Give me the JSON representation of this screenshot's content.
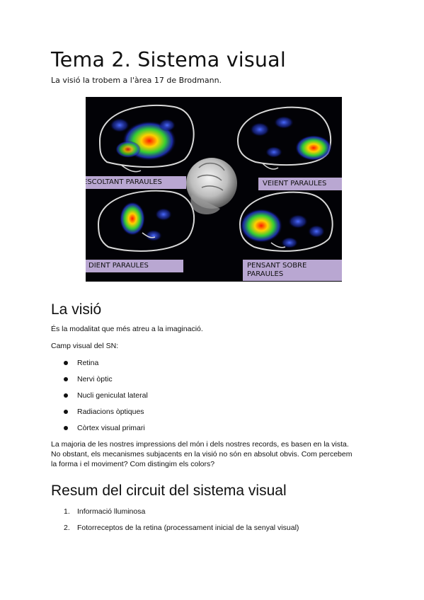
{
  "title": "Tema 2. Sistema visual",
  "subtitle": "La visió la trobem a l'àrea 17 de Brodmann.",
  "figure": {
    "labels": [
      "ESCOLTANT PARAULES",
      "VEIENT  PARAULES",
      "DIENT  PARAULES",
      "PENSANT SOBRE\nPARAULES"
    ],
    "colors": {
      "label_bg": "#b9a7d2",
      "background": "#020206"
    }
  },
  "section1": {
    "heading": "La visió",
    "intro": "És la modalitat que més atreu a la imaginació.",
    "lead": "Camp visual del SN:",
    "bullets": [
      "Retina",
      "Nervi òptic",
      "Nucli geniculat lateral",
      "Radiacions òptiques",
      "Còrtex visual primari"
    ],
    "paragraph": [
      "La majoria de les nostres impressions del món i dels nostres records, es basen en la vista.",
      "No obstant, els mecanismes subjacents en la visió no són en absolut obvis. Com percebem",
      "la forma i el moviment? Com distingim els colors?"
    ]
  },
  "section2": {
    "heading": "Resum del circuit del sistema visual",
    "items": [
      {
        "num": "1.",
        "text": "Informació lluminosa"
      },
      {
        "num": "2.",
        "text": "Fotorreceptos de la retina (processament inicial de la senyal visual)"
      }
    ]
  }
}
